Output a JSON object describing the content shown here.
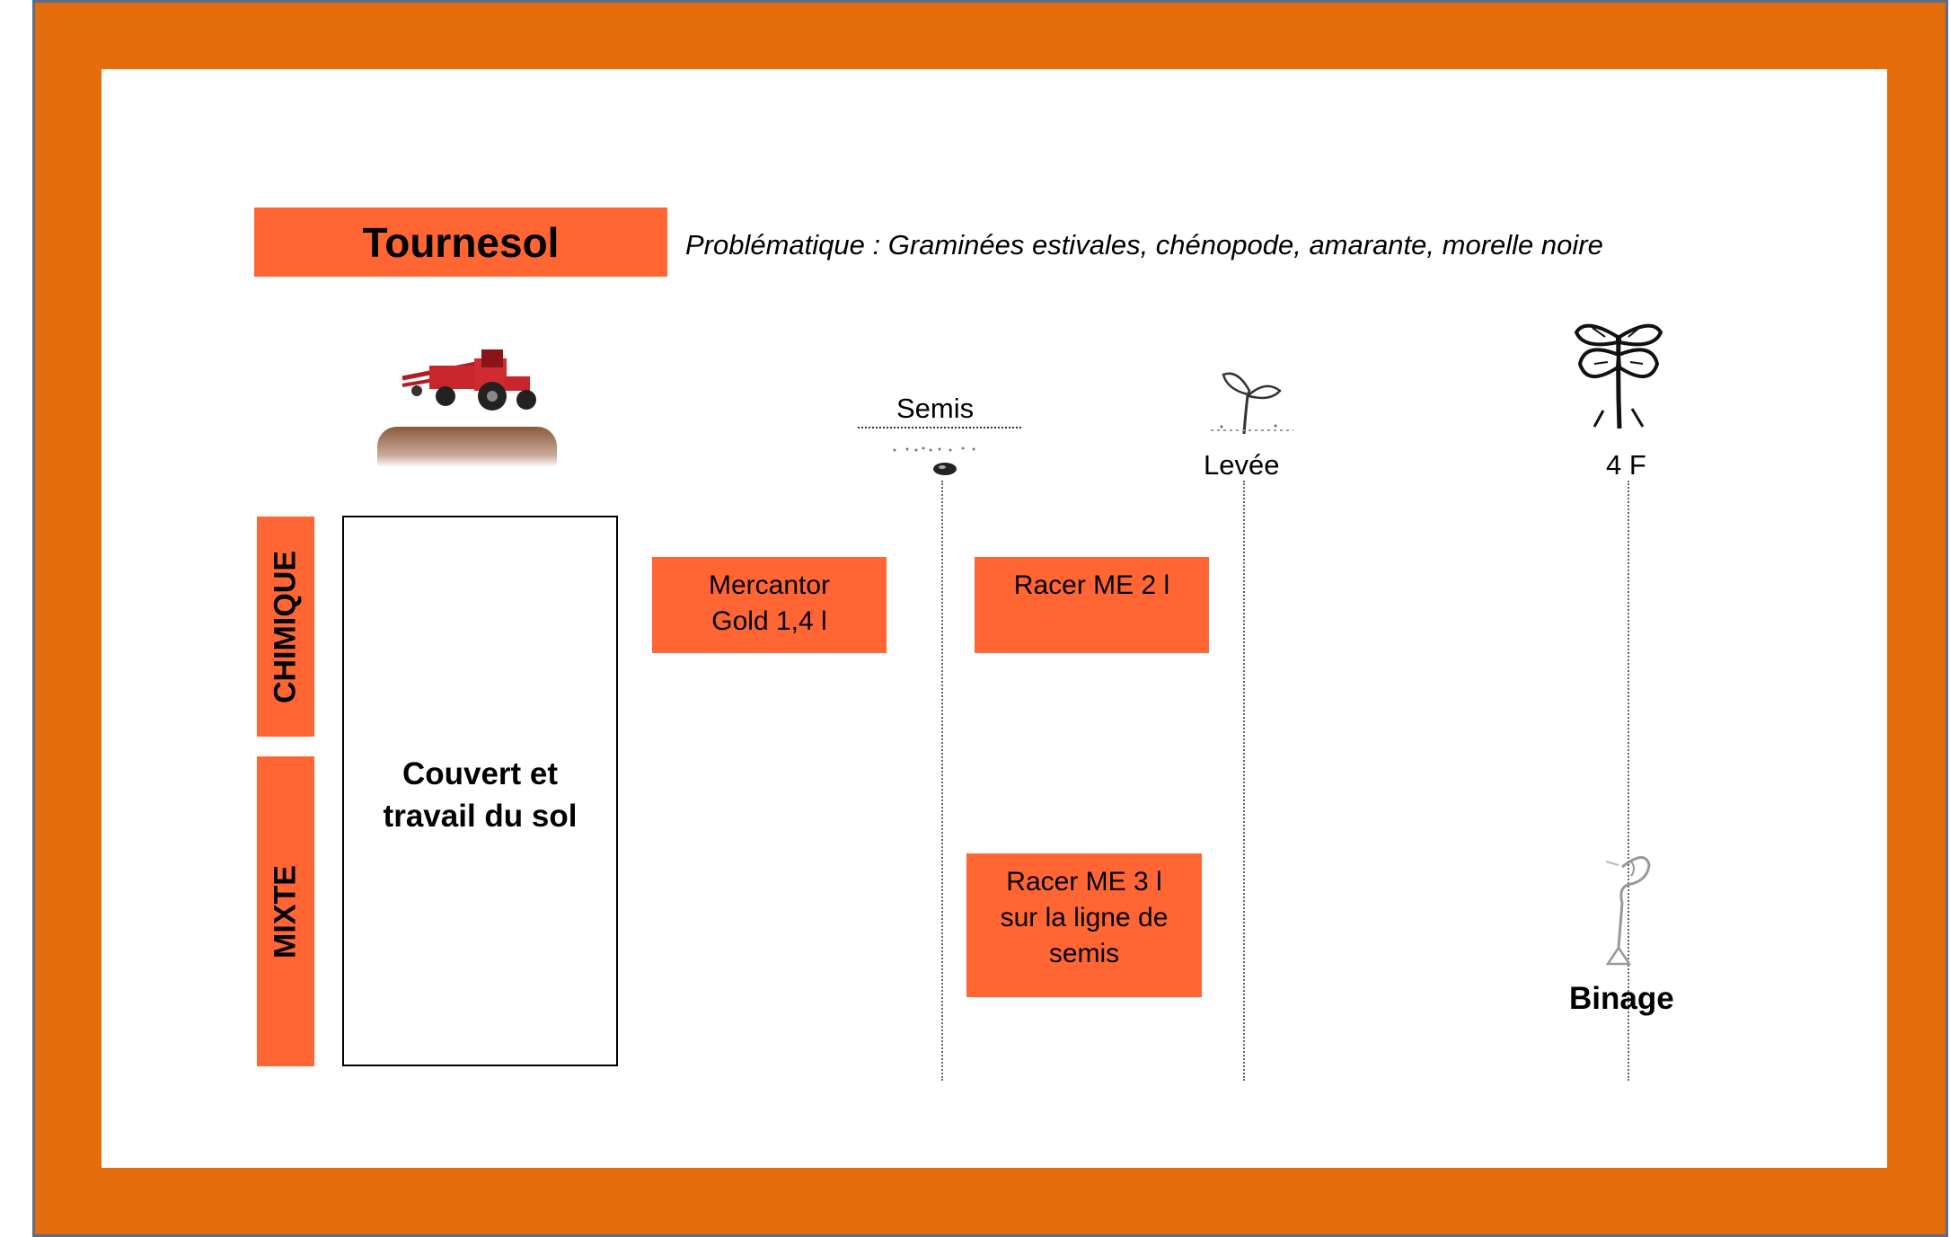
{
  "title": "Tournesol",
  "problem": "Problématique : Graminées estivales, chénopode, amarante, morelle noire",
  "stages": {
    "semis": "Semis",
    "levee": "Levée",
    "quatre_f": "4 F"
  },
  "rows": {
    "chimique": "CHIMIQUE",
    "mixte": "MIXTE"
  },
  "couvert": {
    "line1": "Couvert et",
    "line2": "travail du sol"
  },
  "treatments": {
    "mercantor_l1": "Mercantor",
    "mercantor_l2": "Gold 1,4 l",
    "racer2": "Racer ME 2 l",
    "racer3_l1": "Racer ME 3 l",
    "racer3_l2": "sur la ligne de",
    "racer3_l3": "semis"
  },
  "binage": "Binage",
  "icons": [
    "tractor-icon",
    "soil-icon",
    "seed-icon",
    "seedling-icon",
    "sunflower-plant-icon",
    "hoe-tool-icon"
  ],
  "colors": {
    "frame": "#E46C0A",
    "box": "#FF6633",
    "border": "#5A6E8C"
  }
}
